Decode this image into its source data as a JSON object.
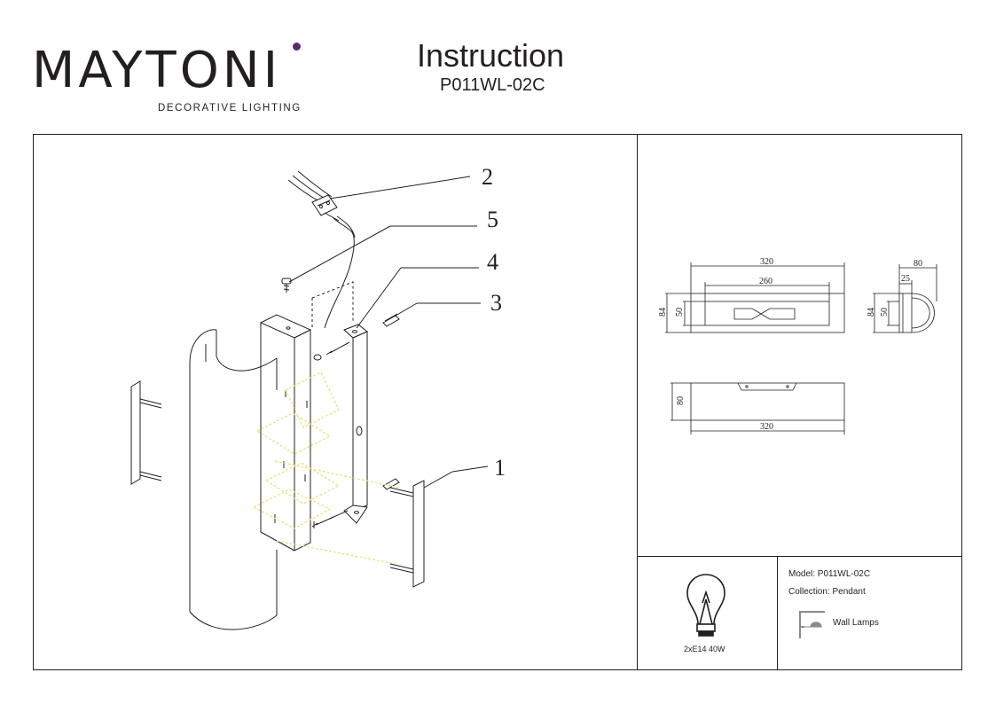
{
  "header": {
    "brand": "MAYTONI",
    "tagline": "DECORATIVE LIGHTING",
    "title": "Instruction",
    "model_code": "P011WL-02C"
  },
  "assembly": {
    "parts": [
      "1",
      "2",
      "3",
      "4",
      "5"
    ]
  },
  "dimensions": {
    "top_view": {
      "width_outer": "320",
      "width_inner": "260",
      "height_outer": "84",
      "height_inner": "50"
    },
    "side_view": {
      "depth": "80",
      "offset": "25",
      "height_outer": "84",
      "height_inner": "50"
    },
    "front_view": {
      "height": "80",
      "width": "320"
    }
  },
  "info": {
    "model_label": "Model:",
    "model_value": "P011WL-02C",
    "collection_label": "Collection:",
    "collection_value": "Pendant",
    "type": "Wall Lamps",
    "lamp_spec": "2xE14 40W"
  },
  "colors": {
    "accent_dot": "#5b2a6e",
    "guide_lines": "#e8e27a",
    "ink": "#231f20"
  },
  "icons": [
    "light-bulb-icon",
    "wall-lamp-icon"
  ]
}
